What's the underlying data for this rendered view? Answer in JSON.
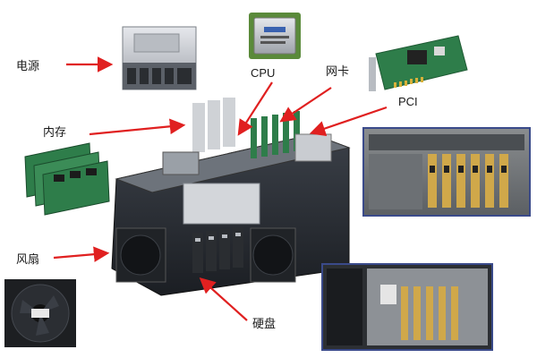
{
  "labels": {
    "power_supply": "电源",
    "cpu": "CPU",
    "nic": "网卡",
    "pci": "PCI",
    "memory": "内存",
    "fan": "风扇",
    "hard_disk": "硬盘"
  },
  "colors": {
    "arrow": "#e02020",
    "chassis": "#2b2f36",
    "metal": "#c9ccd1",
    "pcb_green": "#2e7d4a",
    "inset_border": "#3a4a8a"
  },
  "icons": [
    "power-supply-photo",
    "cpu-chip-photo",
    "network-card-photo",
    "memory-module-photo",
    "fan-photo",
    "pci-slots-photo",
    "server-chassis-photo"
  ]
}
